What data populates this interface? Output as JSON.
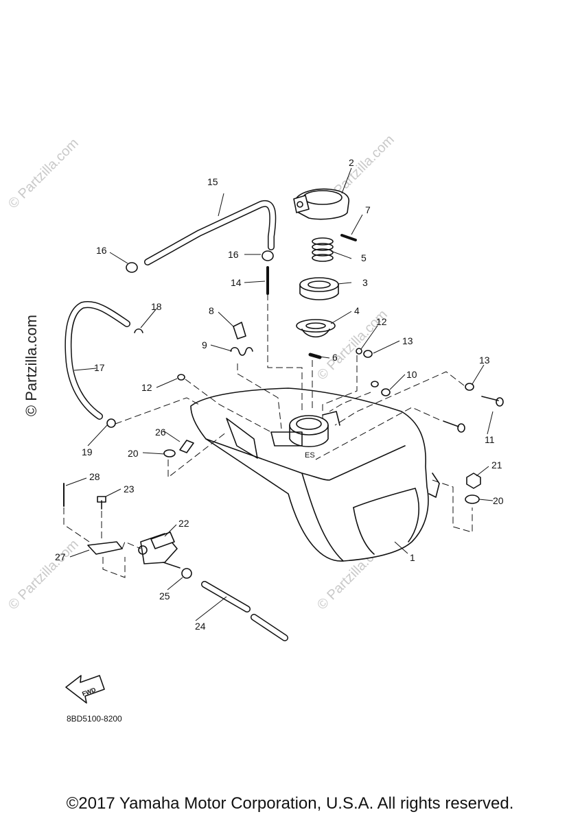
{
  "diagram": {
    "callouts": [
      "1",
      "2",
      "3",
      "4",
      "5",
      "6",
      "7",
      "8",
      "9",
      "10",
      "11",
      "12",
      "12",
      "13",
      "13",
      "14",
      "15",
      "16",
      "16",
      "17",
      "18",
      "19",
      "20",
      "20",
      "21",
      "22",
      "23",
      "24",
      "25",
      "26",
      "27",
      "28"
    ],
    "doc_code": "8BD5100-8200",
    "fwd_label": "FWD",
    "tank_mark": "ES"
  },
  "watermark": {
    "text": "© Partzilla.com",
    "side_text": "© Partzilla.com"
  },
  "footer": {
    "copyright": "©2017 Yamaha Motor Corporation, U.S.A. All rights reserved."
  }
}
